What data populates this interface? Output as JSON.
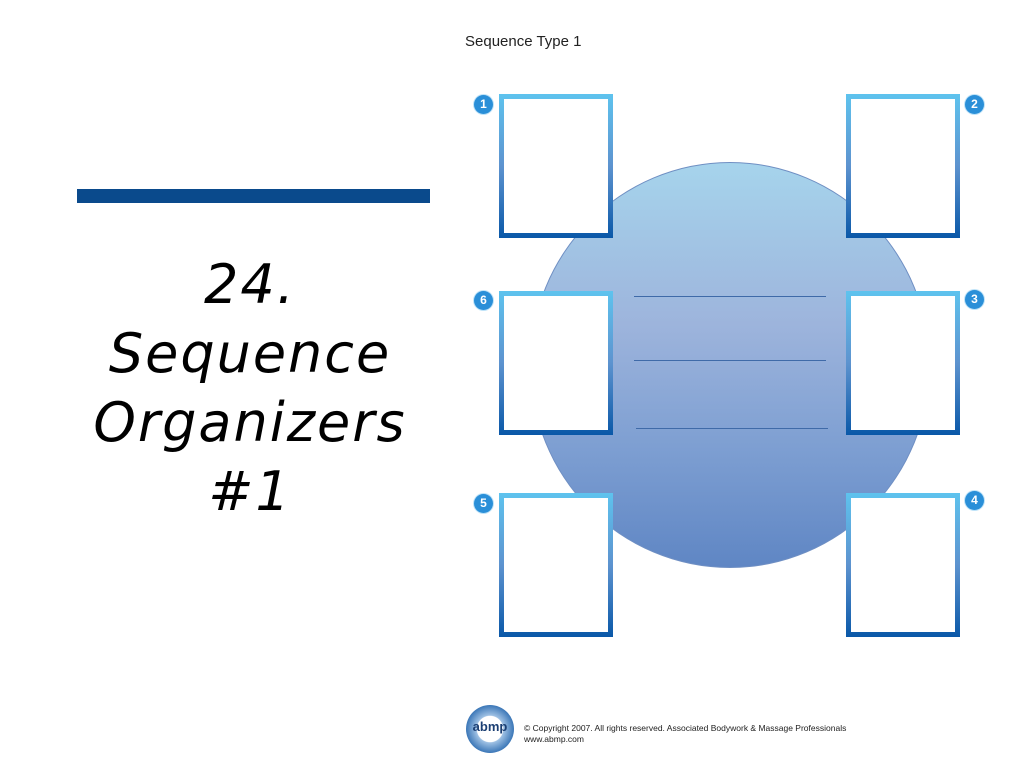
{
  "slide": {
    "title_lines": [
      "24.",
      "Sequence",
      "Organizers",
      "#1"
    ]
  },
  "organizer": {
    "heading": "Sequence Type 1",
    "boxes": [
      {
        "number": "1"
      },
      {
        "number": "2"
      },
      {
        "number": "3"
      },
      {
        "number": "4"
      },
      {
        "number": "5"
      },
      {
        "number": "6"
      }
    ]
  },
  "footer": {
    "logo_text": "abmp",
    "copyright": "© Copyright 2007. All rights reserved. Associated Bodywork & Massage Professionals",
    "url": "www.abmp.com"
  },
  "colors": {
    "accent_bar": "#0a4a8c",
    "badge": "#2a8fd8"
  }
}
